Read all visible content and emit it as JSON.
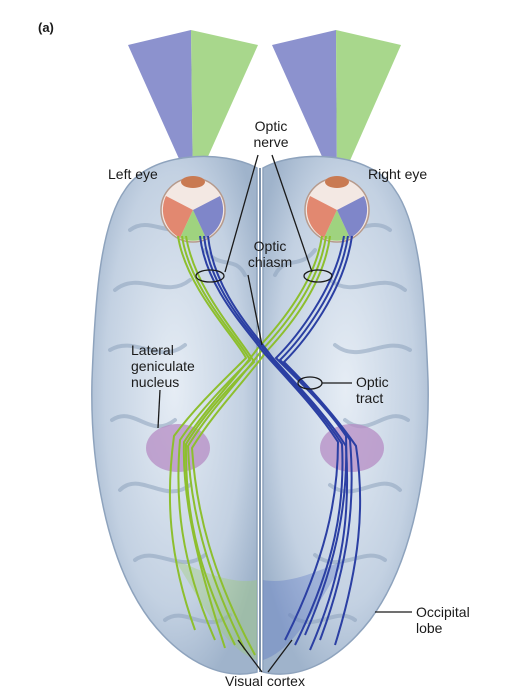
{
  "panel_label": "(a)",
  "labels": {
    "left_eye": "Left eye",
    "right_eye": "Right eye",
    "optic_nerve": "Optic\nnerve",
    "optic_chiasm": "Optic\nchiasm",
    "lateral_geniculate_nucleus": "Lateral\ngeniculate\nnucleus",
    "optic_tract": "Optic\ntract",
    "occipital_lobe": "Occipital\nlobe",
    "visual_cortex": "Visual cortex"
  },
  "colors": {
    "left_visual_field": "#7f86c9",
    "right_visual_field": "#9fd37f",
    "left_pathway": "#8dbf2e",
    "right_pathway": "#2b3fa3",
    "brain": "#c9d6e6",
    "lgn": "#b58cc4"
  }
}
